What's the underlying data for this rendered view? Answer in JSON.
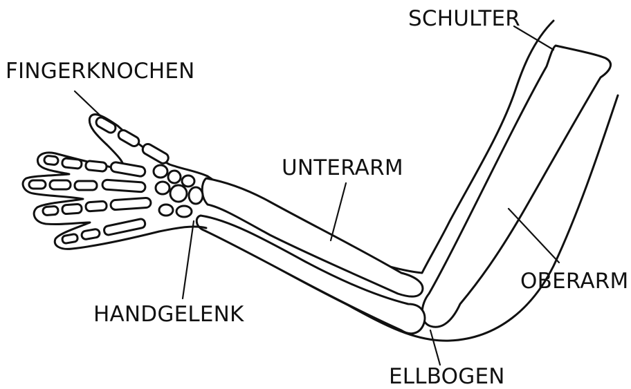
{
  "labels": {
    "schulter": "SCHULTER",
    "fingerknochen": "FINGERKNOCHEN",
    "unterarm": "UNTERARM",
    "oberarm": "OBERARM",
    "handgelenk": "HANDGELENK",
    "ellbogen": "ELLBOGEN"
  }
}
